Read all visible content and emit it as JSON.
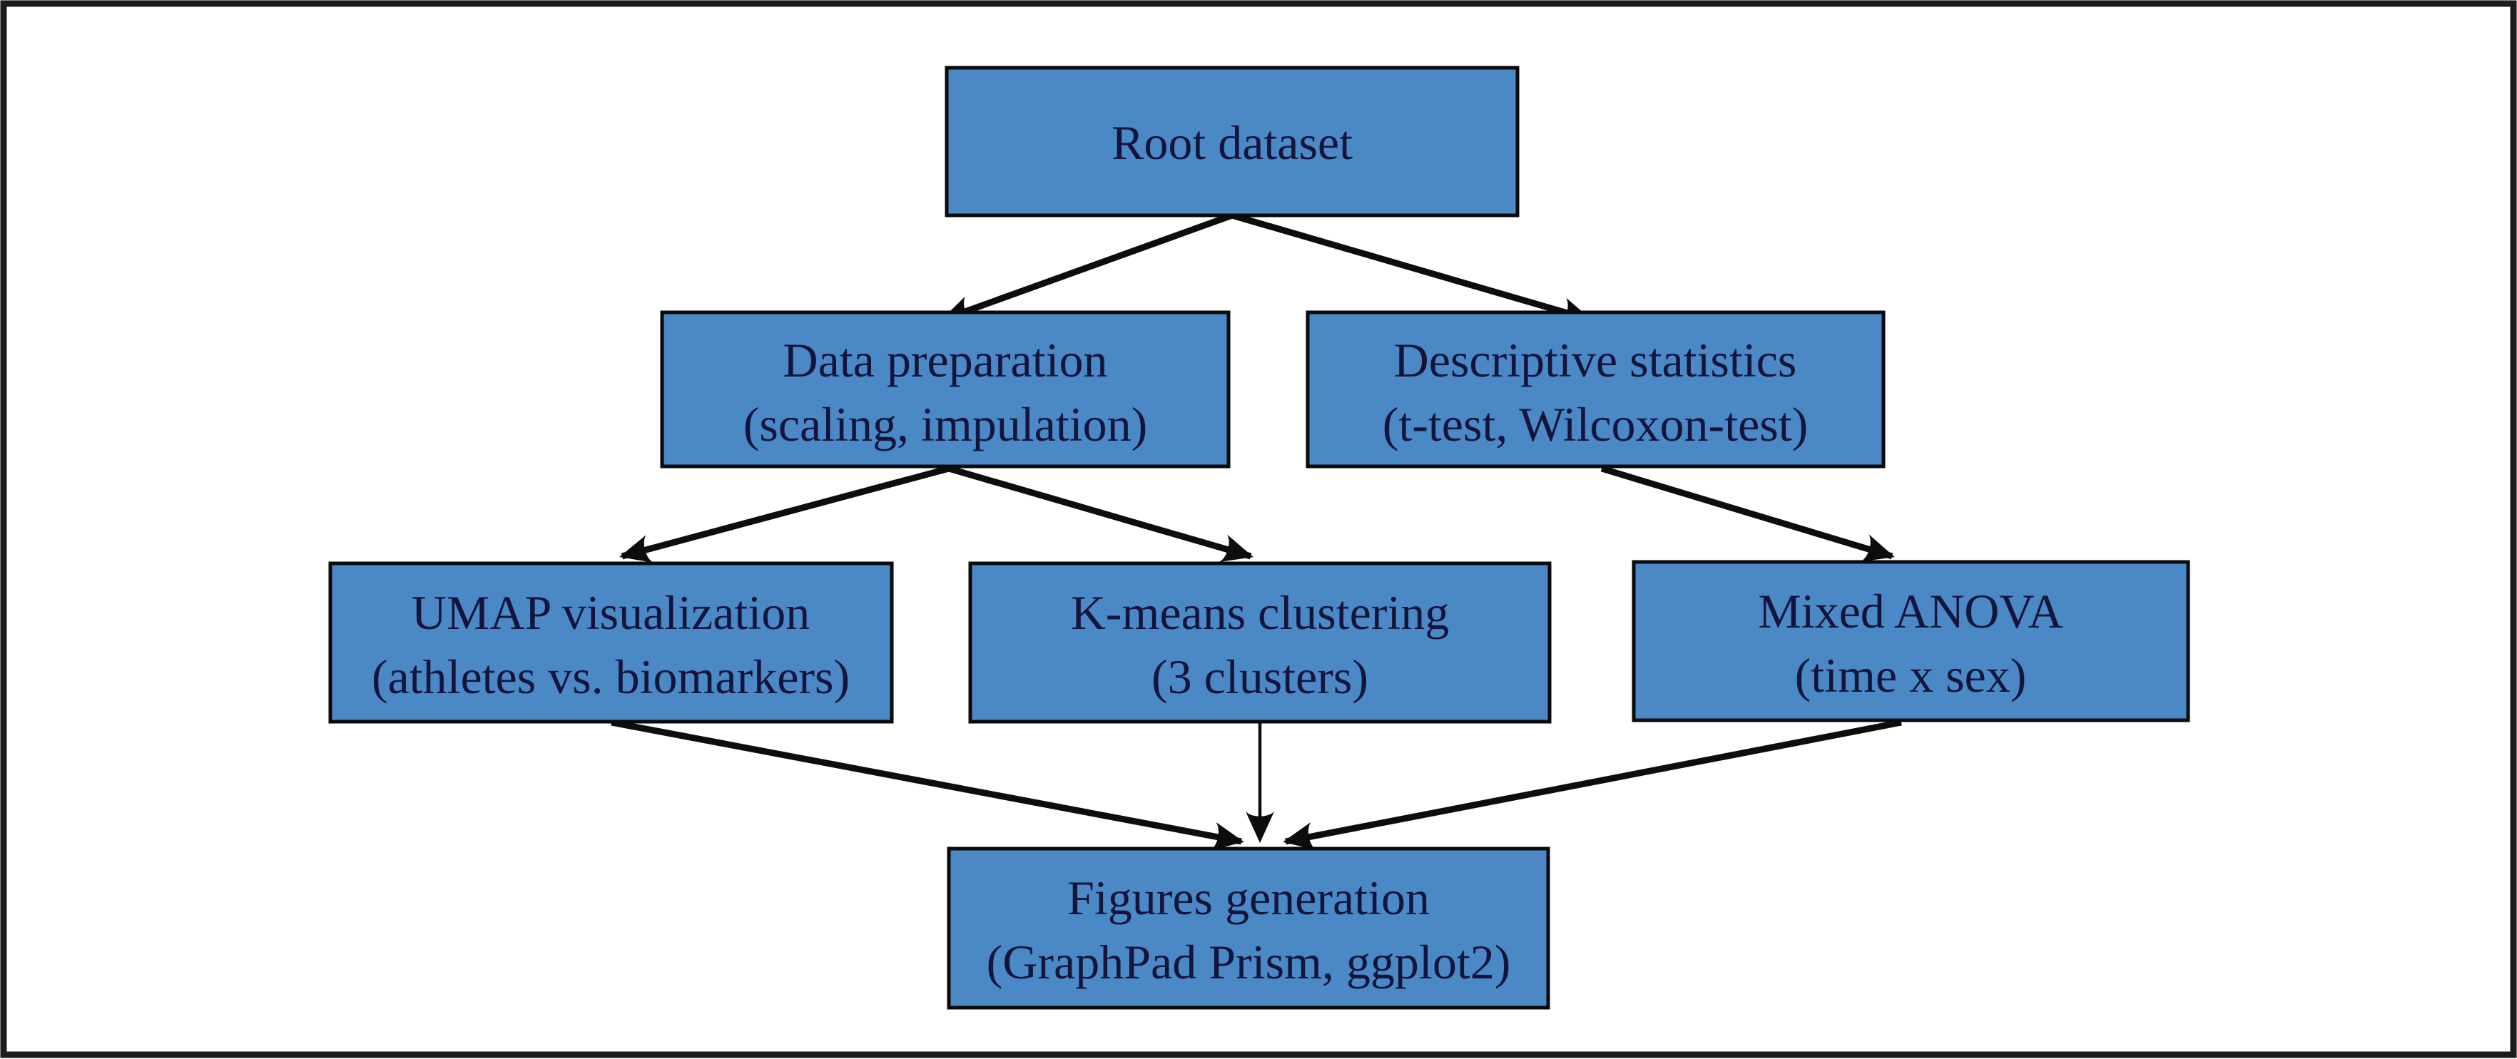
{
  "figure": {
    "title": "Statistical analysis workflow flowchart",
    "background": "#ffffff",
    "frame_color": "#1c1c1c",
    "box_fill": "#4b89c6",
    "box_border": "#0a0a0a",
    "text_color": "#14143c",
    "arrow_color": "#0d0d0d"
  },
  "nodes": {
    "root": {
      "label": "Root dataset"
    },
    "data_preparation": {
      "line1": "Data preparation",
      "line2": "(scaling, impulation)"
    },
    "descriptive_statistics": {
      "line1": "Descriptive statistics",
      "line2": "(t-test, Wilcoxon-test)"
    },
    "umap_visualization": {
      "line1": "UMAP visualization",
      "line2": "(athletes vs. biomarkers)"
    },
    "kmeans_clustering": {
      "line1": "K-means clustering",
      "line2": "(3 clusters)"
    },
    "mixed_anova": {
      "line1": "Mixed ANOVA",
      "line2": "(time x sex)"
    },
    "figures_generation": {
      "line1": "Figures generation",
      "line2": "(GraphPad Prism, ggplot2)"
    }
  },
  "edges": [
    {
      "from": "root",
      "to": "data_preparation"
    },
    {
      "from": "root",
      "to": "descriptive_statistics"
    },
    {
      "from": "data_preparation",
      "to": "umap_visualization"
    },
    {
      "from": "data_preparation",
      "to": "kmeans_clustering"
    },
    {
      "from": "descriptive_statistics",
      "to": "mixed_anova"
    },
    {
      "from": "umap_visualization",
      "to": "figures_generation"
    },
    {
      "from": "kmeans_clustering",
      "to": "figures_generation"
    },
    {
      "from": "mixed_anova",
      "to": "figures_generation"
    }
  ]
}
